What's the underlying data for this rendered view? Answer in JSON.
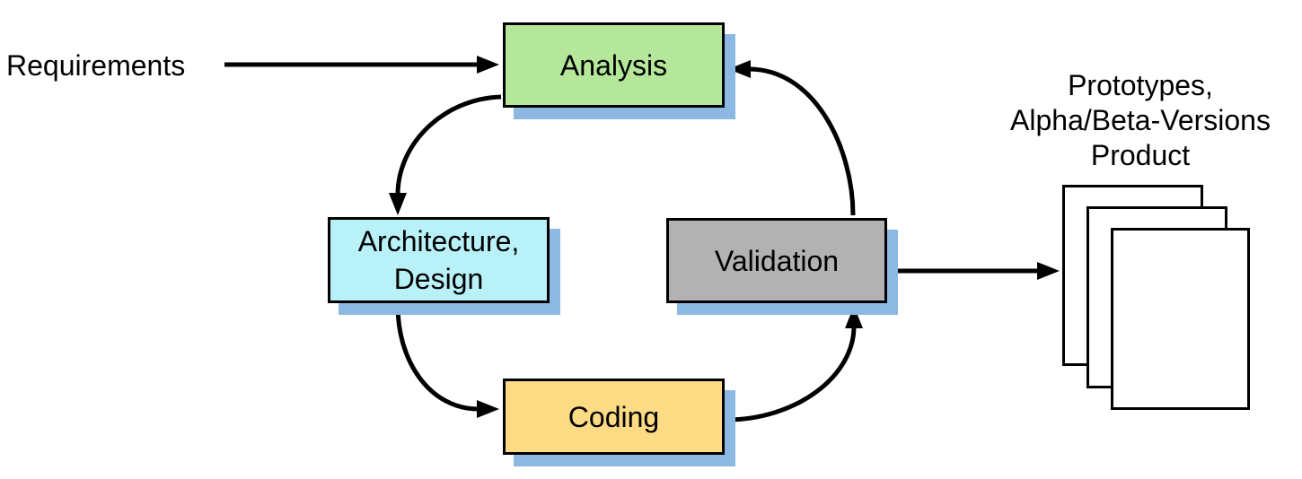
{
  "colors": {
    "background": "#ffffff",
    "border": "#000000",
    "arrow": "#000000",
    "shadow": "#8db8e2",
    "page_fill": "#ffffff"
  },
  "labels": {
    "requirements": "Requirements",
    "output": {
      "line1": "Prototypes,",
      "line2": "Alpha/Beta-Versions",
      "line3": "Product"
    }
  },
  "nodes": {
    "analysis": {
      "label": "Analysis",
      "fill": "#b5e79b"
    },
    "architecture": {
      "line1": "Architecture,",
      "line2": "Design",
      "fill": "#b9f1f9"
    },
    "coding": {
      "label": "Coding",
      "fill": "#fcdb84"
    },
    "validation": {
      "label": "Validation",
      "fill": "#b2b2b2"
    }
  },
  "arrows": [
    {
      "name": "requirements-to-analysis",
      "from": "Requirements",
      "to": "Analysis"
    },
    {
      "name": "analysis-to-architecture",
      "from": "Analysis",
      "to": "Architecture, Design"
    },
    {
      "name": "architecture-to-coding",
      "from": "Architecture, Design",
      "to": "Coding"
    },
    {
      "name": "coding-to-validation",
      "from": "Coding",
      "to": "Validation"
    },
    {
      "name": "validation-to-analysis",
      "from": "Validation",
      "to": "Analysis"
    },
    {
      "name": "validation-to-documents",
      "from": "Validation",
      "to": "Prototypes / Alpha/Beta-Versions / Product"
    }
  ],
  "documents": {
    "count": 3
  }
}
